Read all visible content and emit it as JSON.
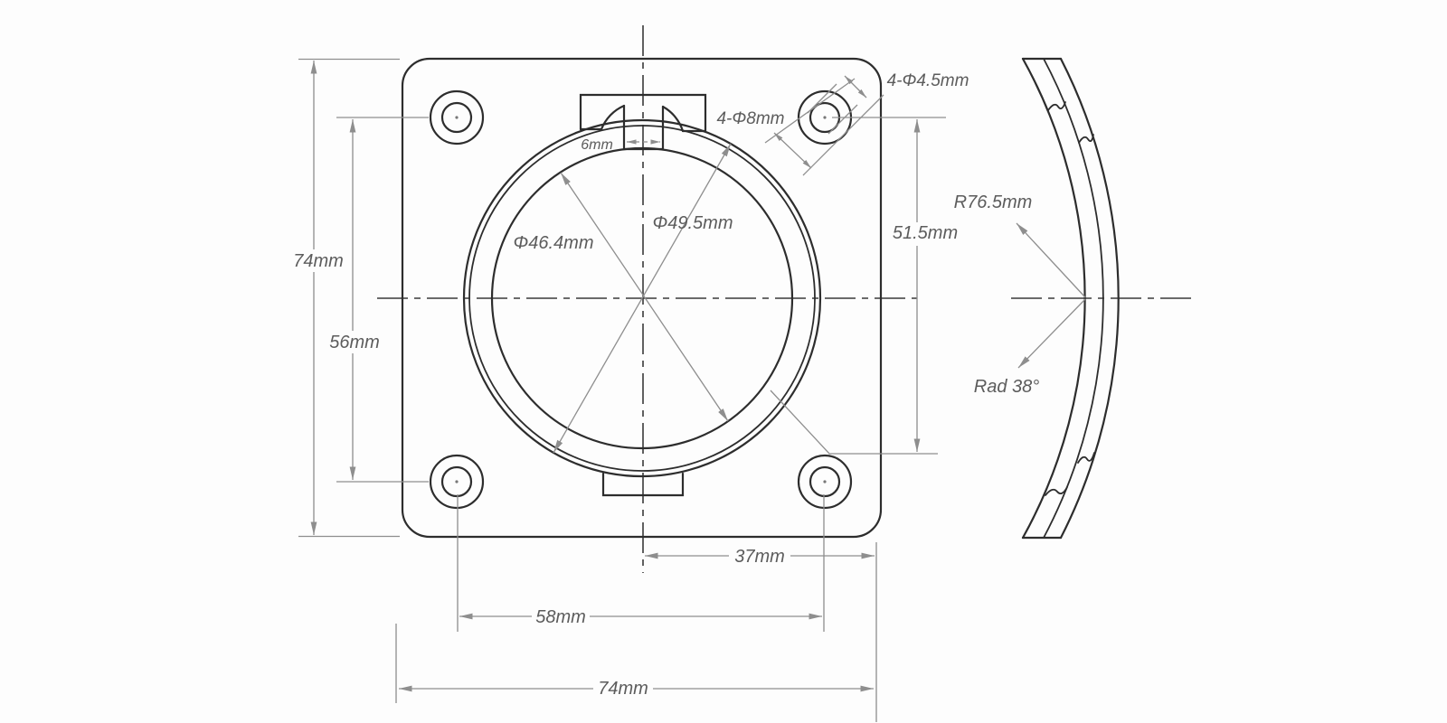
{
  "front_view": {
    "dims": {
      "height_total": "74mm",
      "hole_spacing_vertical": "56mm",
      "notch_width": "6mm",
      "diameter_inner": "Φ46.4mm",
      "diameter_outer": "Φ49.5mm",
      "corner_holes_outer": "4-Φ8mm",
      "corner_holes_inner": "4-Φ4.5mm",
      "height_hole_to_circle": "51.5mm",
      "center_to_edge": "37mm",
      "hole_spacing_horizontal": "58mm",
      "width_total": "74mm"
    }
  },
  "side_view": {
    "dims": {
      "curvature_radius": "R76.5mm",
      "arc_angle": "Rad 38°"
    }
  }
}
